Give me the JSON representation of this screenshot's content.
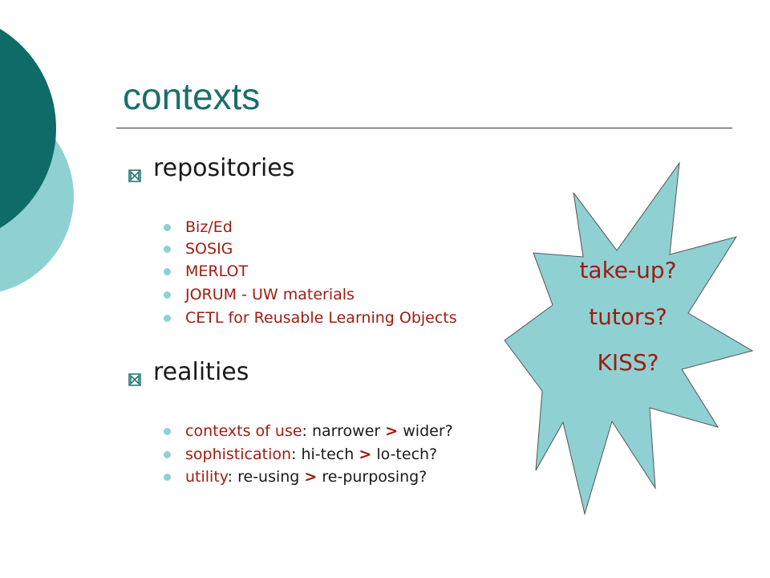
{
  "title": "contexts",
  "sections": [
    {
      "heading": "repositories",
      "items": [
        "Biz/Ed",
        "SOSIG",
        "MERLOT",
        "JORUM - UW materials",
        "CETL for Reusable Learning Objects"
      ]
    },
    {
      "heading": "realities",
      "items": [
        {
          "term": "contexts of use",
          "sep": ": ",
          "a": "narrower",
          "gt": ">",
          "b": "wider?"
        },
        {
          "term": "sophistication",
          "sep": ": ",
          "a": "hi-tech",
          "gt": ">",
          "b": "lo-tech?"
        },
        {
          "term": "utility",
          "sep": ": ",
          "a": "re-using",
          "gt": ">",
          "b": "re-purposing?"
        }
      ]
    }
  ],
  "callout": {
    "lines": [
      "take-up?",
      "tutors?",
      "KISS?"
    ]
  },
  "colors": {
    "title": "#1b6e6b",
    "dark_teal_circle": "#0e6b68",
    "light_teal_circle": "#8fd0d3",
    "star_fill": "#8fd0d3",
    "accent_red": "#a01c10"
  }
}
